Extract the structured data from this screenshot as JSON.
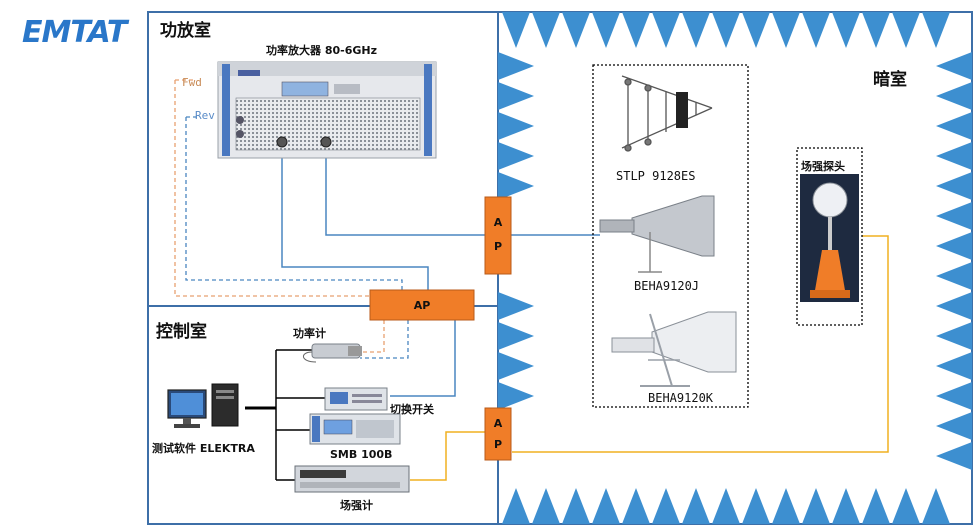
{
  "logo": {
    "text": "EMTAT"
  },
  "rooms": {
    "amplifier_room": "功放室",
    "control_room": "控制室",
    "chamber": "暗室"
  },
  "devices": {
    "amplifier": "功率放大器 80-6GHz",
    "power_meter": "功率计",
    "rf_switch": "切换开关",
    "signal_generator": "SMB 100B",
    "field_meter": "场强计",
    "software": "测试软件 ELEKTRA",
    "field_probe": "场强探头"
  },
  "antennas": {
    "log_periodic": "STLP 9128ES",
    "horn_small": "BEHA9120J",
    "horn_large": "BEHA9120K"
  },
  "signals": {
    "forward": "Fwd",
    "reverse": "Rev"
  },
  "panels": {
    "ap_main": "AP",
    "ap_wall_upper": [
      "A",
      "P"
    ],
    "ap_wall_lower": [
      "A",
      "P"
    ]
  },
  "colors": {
    "room_border": "#3d6fa8",
    "absorber": "#3d8fd0",
    "ap_fill": "#f07d28",
    "rf_line": "#4a86c0",
    "forward_line": "#e8a070",
    "fiber_line": "#f0b020",
    "bus_line": "#000000"
  }
}
